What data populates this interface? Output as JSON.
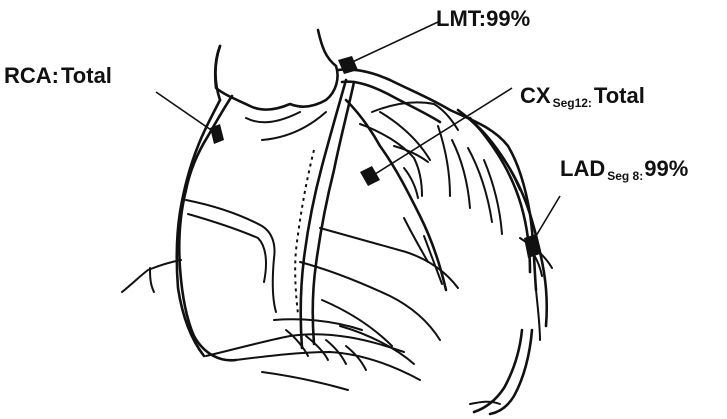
{
  "labels": {
    "rca": {
      "name": "RCA",
      "separator": ":",
      "status": "Total"
    },
    "lmt": {
      "name": "LMT",
      "separator": ":",
      "status": "99%"
    },
    "cx": {
      "name": "CX",
      "seg": "Seg12",
      "separator": ":",
      "status": "Total"
    },
    "lad": {
      "name": "LAD",
      "seg": "Seg 8",
      "separator": ":",
      "status": "99%"
    }
  },
  "colors": {
    "ink": "#111111",
    "background": "#ffffff"
  }
}
